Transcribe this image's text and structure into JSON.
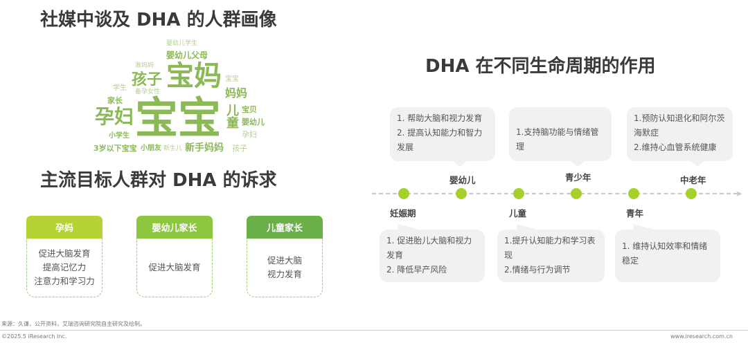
{
  "left": {
    "title1": "社媒中谈及 DHA 的人群画像",
    "title2": "主流目标人群对 DHA 的诉求",
    "word_cloud": [
      "宝宝",
      "宝妈",
      "孕妇",
      "孩子",
      "儿童",
      "妈妈",
      "婴幼儿父母",
      "新手妈妈",
      "3岁以下宝宝",
      "宝贝",
      "婴幼儿",
      "家长",
      "小朋友",
      "小学生",
      "学生",
      "备孕女性",
      "孕妇",
      "宝宝",
      "孩子",
      "婴幼儿学生",
      "准妈妈",
      "新生儿"
    ],
    "cards": [
      {
        "title": "孕妈",
        "lines": [
          "促进大脑发育",
          "提高记忆力",
          "注意力和学习力"
        ],
        "color": "#b5d334"
      },
      {
        "title": "婴幼儿家长",
        "lines": [
          "促进大脑发育"
        ],
        "color": "#8dc63f"
      },
      {
        "title": "儿童家长",
        "lines": [
          "促进大脑",
          "视力发育"
        ],
        "color": "#6aaf47"
      }
    ]
  },
  "right": {
    "title": "DHA 在不同生命周期的作用",
    "stages": [
      "妊娠期",
      "婴幼儿",
      "儿童",
      "青少年",
      "青年",
      "中老年"
    ],
    "top_bubbles": [
      [
        "1. 帮助大脑和视力发育",
        "2. 提高认知能力和智力发展"
      ],
      [
        "1.支持脑功能与情绪管理"
      ],
      [
        "1.预防认知退化和阿尔茨海默症",
        "2.维持心血管系统健康"
      ]
    ],
    "bottom_bubbles": [
      [
        "1. 促进胎儿大脑和视力发育",
        "2. 降低早产风险"
      ],
      [
        "1.提升认知能力和学习表现",
        "2.情绪与行为调节"
      ],
      [
        "1. 维持认知效率和情绪稳定"
      ]
    ]
  },
  "footer": {
    "source": "来源：久谦，公开资料，艾瑞咨询研究院自主研究及绘制。",
    "copyright": "©2025.5 iResearch Inc.",
    "url": "www.iresearch.com.cn"
  }
}
